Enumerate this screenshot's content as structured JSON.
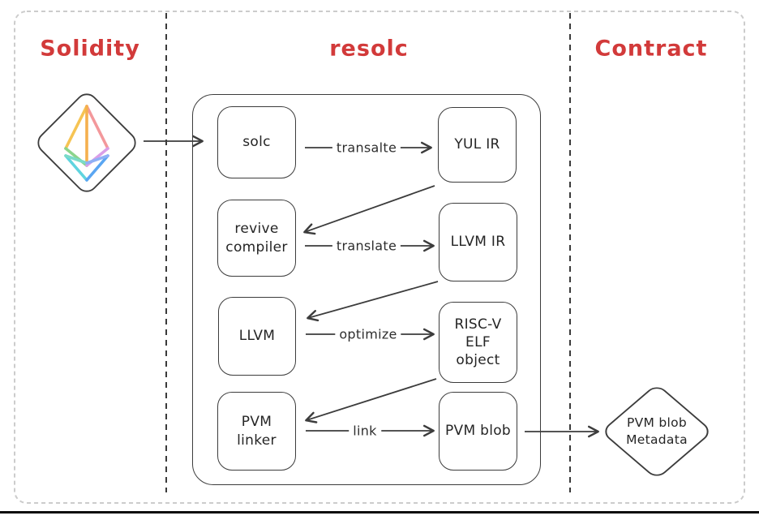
{
  "header": {
    "columns": [
      "Solidity",
      "resolc",
      "Contract"
    ]
  },
  "solidity": {
    "icon": "ethereum-logo"
  },
  "resolc": {
    "rows": [
      {
        "left": [
          "solc"
        ],
        "edge": "transalte",
        "right": [
          "YUL IR"
        ]
      },
      {
        "left": [
          "revive",
          "compiler"
        ],
        "edge": "translate",
        "right": [
          "LLVM IR"
        ]
      },
      {
        "left": [
          "LLVM"
        ],
        "edge": "optimize",
        "right": [
          "RISC-V",
          "ELF",
          "object"
        ]
      },
      {
        "left": [
          "PVM",
          "linker"
        ],
        "edge": "link",
        "right": [
          "PVM blob"
        ]
      }
    ]
  },
  "contract": {
    "node": [
      "PVM blob",
      "Metadata"
    ]
  },
  "colors": {
    "accent_red": "#d23a3a",
    "stroke": "#3c3c3c",
    "outer_dash": "#cccccc"
  }
}
